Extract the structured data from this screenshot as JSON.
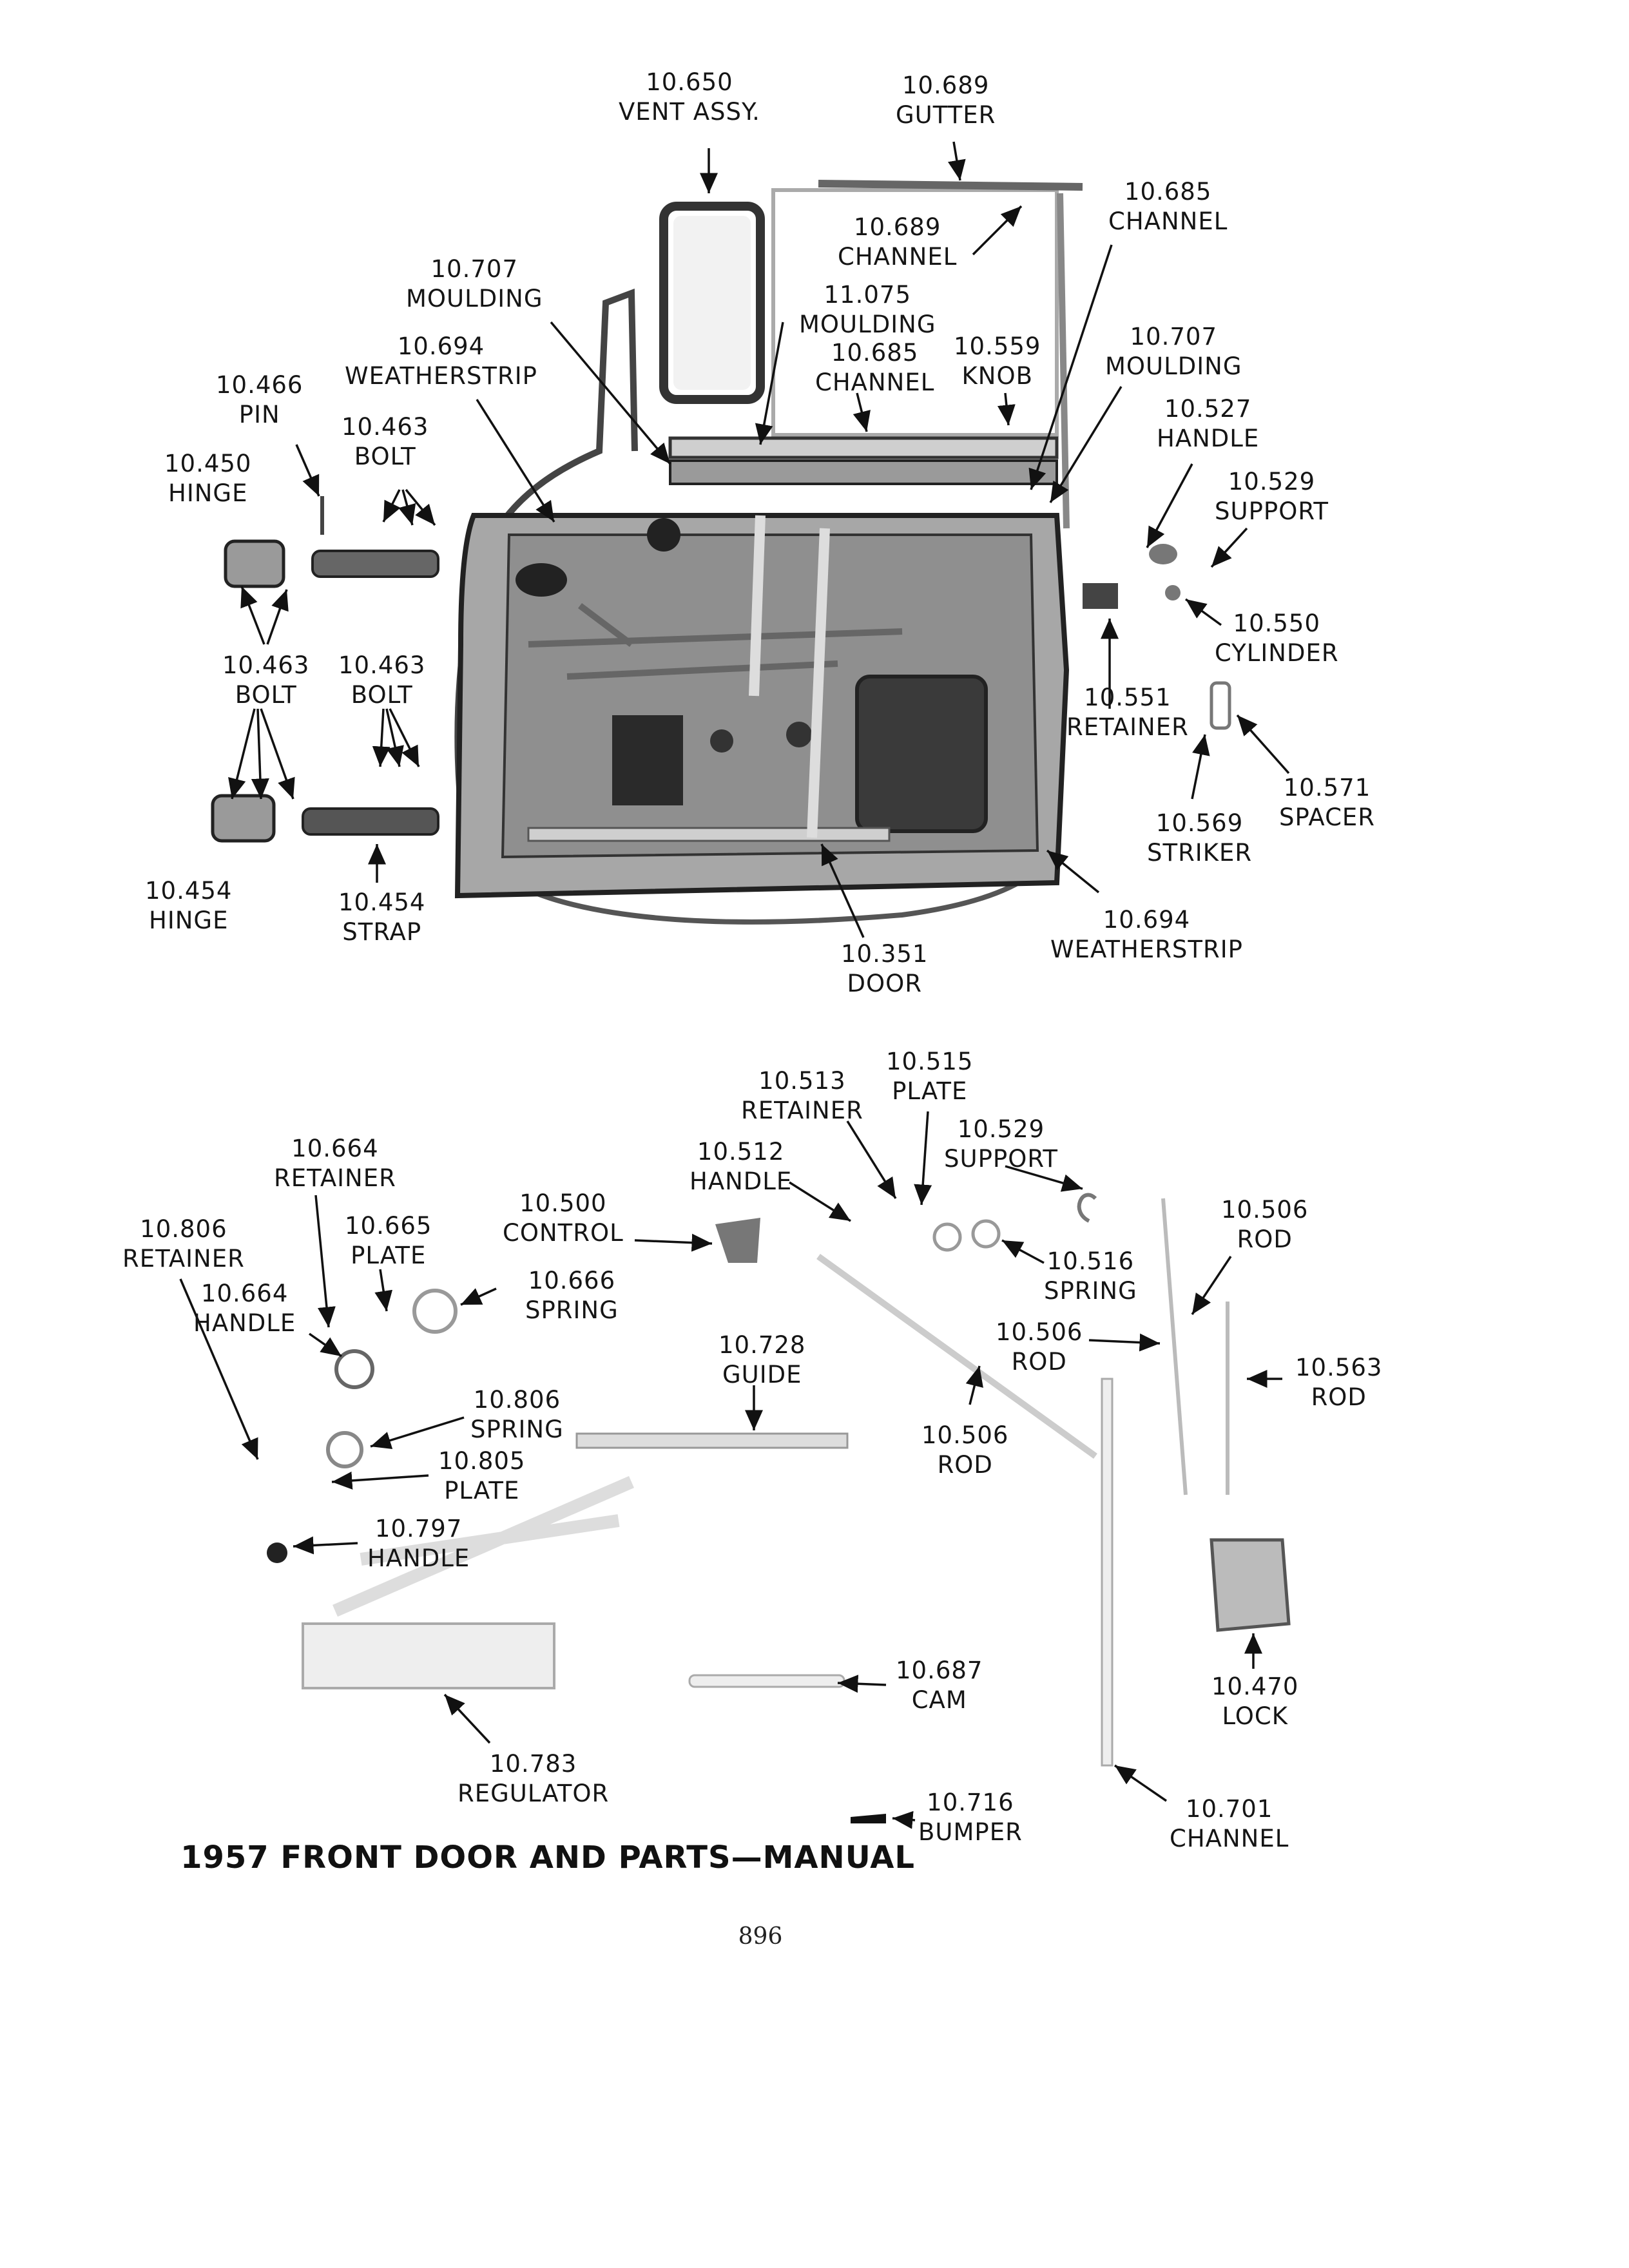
{
  "title": "1957 FRONT DOOR AND PARTS—MANUAL",
  "page_number": "896",
  "labels": {
    "vent_assy": {
      "num": "10.650",
      "name": "VENT ASSY."
    },
    "gutter": {
      "num": "10.689",
      "name": "GUTTER"
    },
    "channel_10685_top": {
      "num": "10.685",
      "name": "CHANNEL"
    },
    "channel_10689": {
      "num": "10.689",
      "name": "CHANNEL"
    },
    "moulding_10707_left": {
      "num": "10.707",
      "name": "MOULDING"
    },
    "moulding_11075": {
      "num": "11.075",
      "name": "MOULDING"
    },
    "channel_10685_mid": {
      "num": "10.685",
      "name": "CHANNEL"
    },
    "knob": {
      "num": "10.559",
      "name": "KNOB"
    },
    "moulding_10707_right": {
      "num": "10.707",
      "name": "MOULDING"
    },
    "weatherstrip_top": {
      "num": "10.694",
      "name": "WEATHERSTRIP"
    },
    "pin": {
      "num": "10.466",
      "name": "PIN"
    },
    "bolt_top": {
      "num": "10.463",
      "name": "BOLT"
    },
    "hinge_10450": {
      "num": "10.450",
      "name": "HINGE"
    },
    "handle_10527": {
      "num": "10.527",
      "name": "HANDLE"
    },
    "support_top": {
      "num": "10.529",
      "name": "SUPPORT"
    },
    "cylinder": {
      "num": "10.550",
      "name": "CYLINDER"
    },
    "bolt_left": {
      "num": "10.463",
      "name": "BOLT"
    },
    "bolt_mid": {
      "num": "10.463",
      "name": "BOLT"
    },
    "retainer_10551": {
      "num": "10.551",
      "name": "RETAINER"
    },
    "spacer": {
      "num": "10.571",
      "name": "SPACER"
    },
    "striker": {
      "num": "10.569",
      "name": "STRIKER"
    },
    "hinge_10454": {
      "num": "10.454",
      "name": "HINGE"
    },
    "strap": {
      "num": "10.454",
      "name": "STRAP"
    },
    "weatherstrip_bottom": {
      "num": "10.694",
      "name": "WEATHERSTRIP"
    },
    "door": {
      "num": "10.351",
      "name": "DOOR"
    },
    "plate_10515": {
      "num": "10.515",
      "name": "PLATE"
    },
    "retainer_10513": {
      "num": "10.513",
      "name": "RETAINER"
    },
    "support_bottom": {
      "num": "10.529",
      "name": "SUPPORT"
    },
    "handle_10512": {
      "num": "10.512",
      "name": "HANDLE"
    },
    "retainer_10664": {
      "num": "10.664",
      "name": "RETAINER"
    },
    "control": {
      "num": "10.500",
      "name": "CONTROL"
    },
    "rod_10506_right": {
      "num": "10.506",
      "name": "ROD"
    },
    "retainer_10806": {
      "num": "10.806",
      "name": "RETAINER"
    },
    "plate_10665": {
      "num": "10.665",
      "name": "PLATE"
    },
    "spring_10516": {
      "num": "10.516",
      "name": "SPRING"
    },
    "handle_10664": {
      "num": "10.664",
      "name": "HANDLE"
    },
    "spring_10666": {
      "num": "10.666",
      "name": "SPRING"
    },
    "guide": {
      "num": "10.728",
      "name": "GUIDE"
    },
    "rod_10506_mid": {
      "num": "10.506",
      "name": "ROD"
    },
    "rod_10563": {
      "num": "10.563",
      "name": "ROD"
    },
    "spring_10806": {
      "num": "10.806",
      "name": "SPRING"
    },
    "rod_10506_low": {
      "num": "10.506",
      "name": "ROD"
    },
    "plate_10805": {
      "num": "10.805",
      "name": "PLATE"
    },
    "handle_10797": {
      "num": "10.797",
      "name": "HANDLE"
    },
    "cam": {
      "num": "10.687",
      "name": "CAM"
    },
    "lock": {
      "num": "10.470",
      "name": "LOCK"
    },
    "regulator": {
      "num": "10.783",
      "name": "REGULATOR"
    },
    "bumper": {
      "num": "10.716",
      "name": "BUMPER"
    },
    "channel_10701": {
      "num": "10.701",
      "name": "CHANNEL"
    }
  }
}
